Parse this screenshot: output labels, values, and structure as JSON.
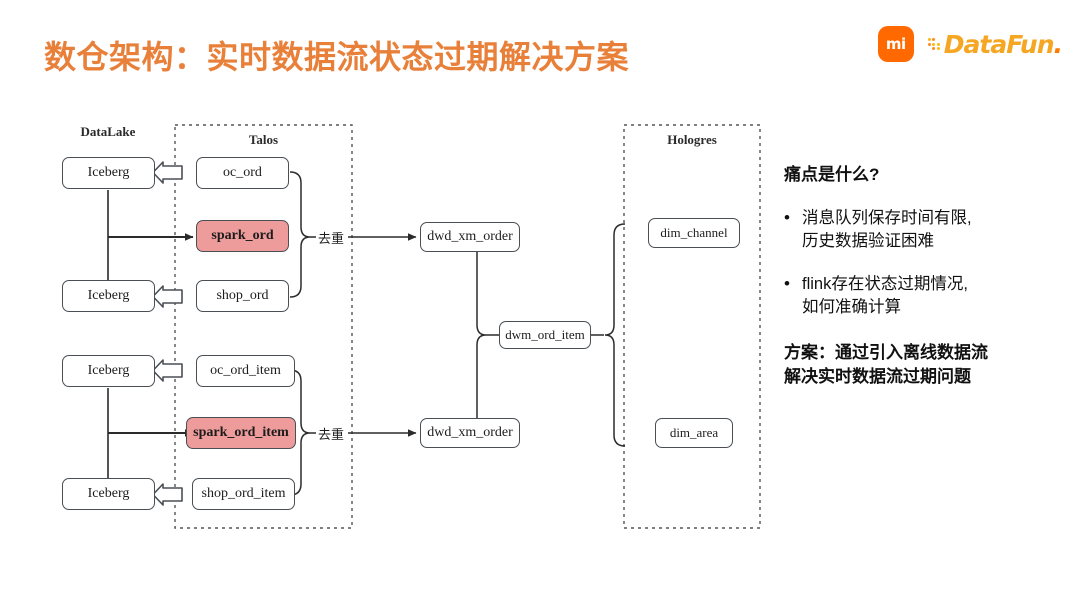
{
  "header": {
    "title": "数仓架构：实时数据流状态过期解决方案",
    "title_color": "#E8803A",
    "logos": {
      "mi": "mi-logo",
      "mi_text": "mi",
      "datafun": "DataFun",
      "datafun_tail": "."
    }
  },
  "diagram": {
    "groups": [
      {
        "name": "datalake",
        "label": "DataLake"
      },
      {
        "name": "talos",
        "label": "Talos"
      },
      {
        "name": "hologres",
        "label": "Hologres"
      }
    ],
    "datalake_nodes": [
      {
        "label": "Iceberg"
      },
      {
        "label": "Iceberg"
      },
      {
        "label": "Iceberg"
      },
      {
        "label": "Iceberg"
      }
    ],
    "talos_nodes": [
      {
        "label": "oc_ord",
        "highlight": false
      },
      {
        "label": "spark_ord",
        "highlight": true
      },
      {
        "label": "shop_ord",
        "highlight": false
      },
      {
        "label": "oc_ord_item",
        "highlight": false
      },
      {
        "label": "spark_ord_item",
        "highlight": true
      },
      {
        "label": "shop_ord_item",
        "highlight": false
      }
    ],
    "dwd_nodes": [
      {
        "label": "dwd_xm_order"
      },
      {
        "label": "dwd_xm_order"
      }
    ],
    "dwm_node": {
      "label": "dwm_ord_item"
    },
    "hologres_nodes": [
      {
        "label": "dim_channel"
      },
      {
        "label": "dim_area"
      }
    ],
    "edge_labels": [
      {
        "label": "去重"
      },
      {
        "label": "去重"
      }
    ],
    "colors": {
      "highlight_fill": "#EE9B9B",
      "node_border": "#4a4f55",
      "line": "#2b2b2b"
    }
  },
  "panel": {
    "heading": "痛点是什么?",
    "bullet_marker": "•",
    "bullets": [
      "消息队列保存时间有限,\n历史数据验证困难",
      "flink存在状态过期情况,\n如何准确计算"
    ],
    "conclusion": "方案：通过引入离线数据流\n解决实时数据流过期问题"
  }
}
